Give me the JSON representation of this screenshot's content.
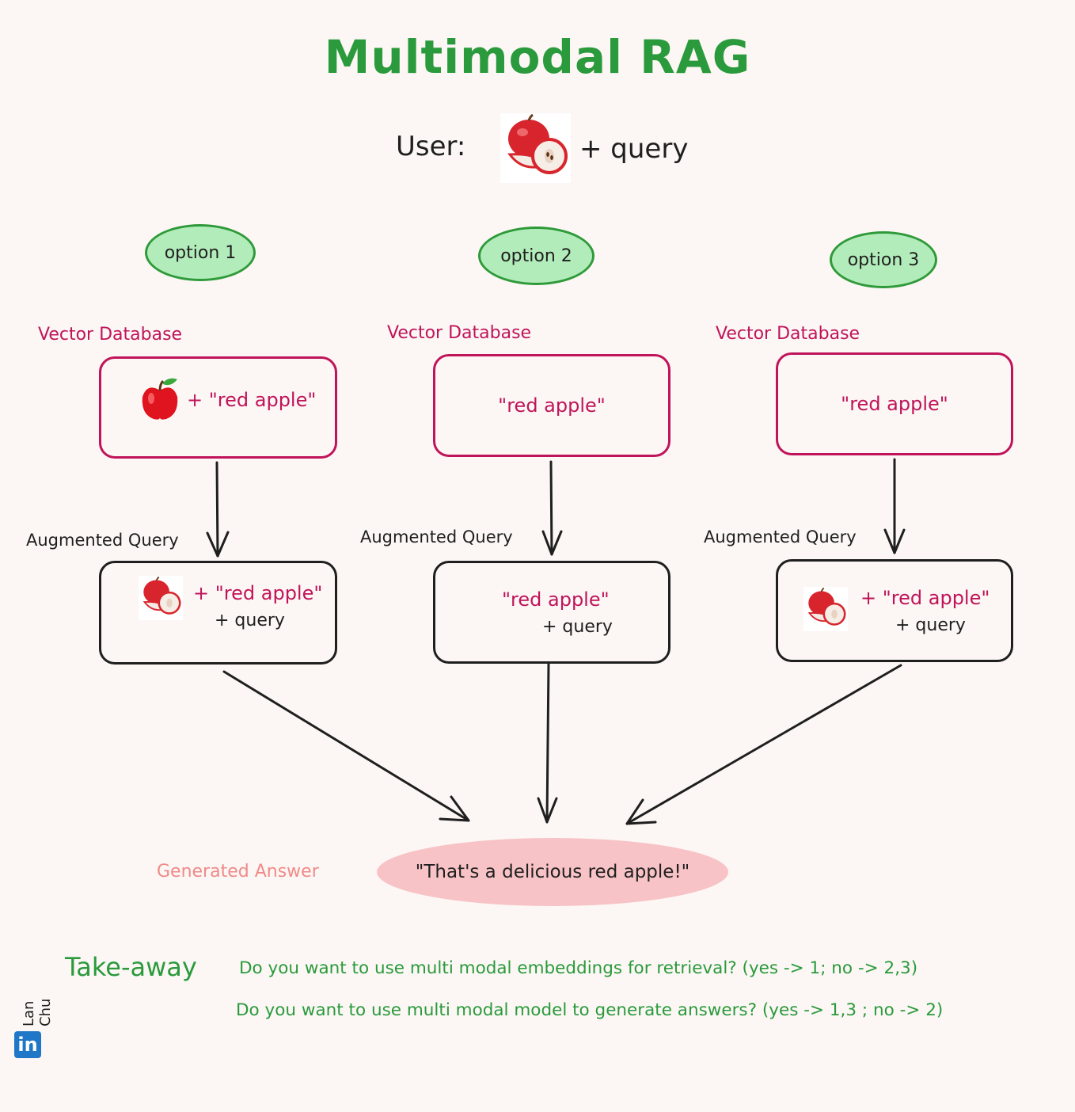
{
  "title": "Multimodal RAG",
  "user": {
    "label": "User:",
    "query": "+ query"
  },
  "options": [
    {
      "pill": "option 1",
      "db_label": "Vector Database",
      "db_text": "+ \"red apple\"",
      "aug_label": "Augmented Query",
      "aug_text": "+ \"red apple\"",
      "aug_query": "+ query"
    },
    {
      "pill": "option 2",
      "db_label": "Vector Database",
      "db_text": "\"red apple\"",
      "aug_label": "Augmented Query",
      "aug_text": "\"red apple\"",
      "aug_query": "+ query"
    },
    {
      "pill": "option 3",
      "db_label": "Vector Database",
      "db_text": "\"red apple\"",
      "aug_label": "Augmented Query",
      "aug_text": "+ \"red apple\"",
      "aug_query": "+ query"
    }
  ],
  "generated": {
    "label": "Generated Answer",
    "answer": "\"That's a delicious red apple!\""
  },
  "takeaway": {
    "label": "Take-away",
    "lines": [
      "Do you want to use multi modal embeddings for retrieval? (yes -> 1; no -> 2,3)",
      "Do you want to use multi modal model to generate answers? (yes -> 1,3 ; no -> 2)"
    ]
  },
  "author": {
    "name": "Lan Chu",
    "badge": "in"
  },
  "colors": {
    "green": "#2a9a3c",
    "pill_fill": "#b3ecbb",
    "magenta": "#c0145a",
    "answer_fill": "#f8c3c6",
    "generated_label": "#f08a88",
    "linkedin": "#1f78c7"
  },
  "icons": [
    "sliced-apple-icon",
    "whole-apple-icon",
    "arrow-down-icon",
    "linkedin-icon"
  ]
}
